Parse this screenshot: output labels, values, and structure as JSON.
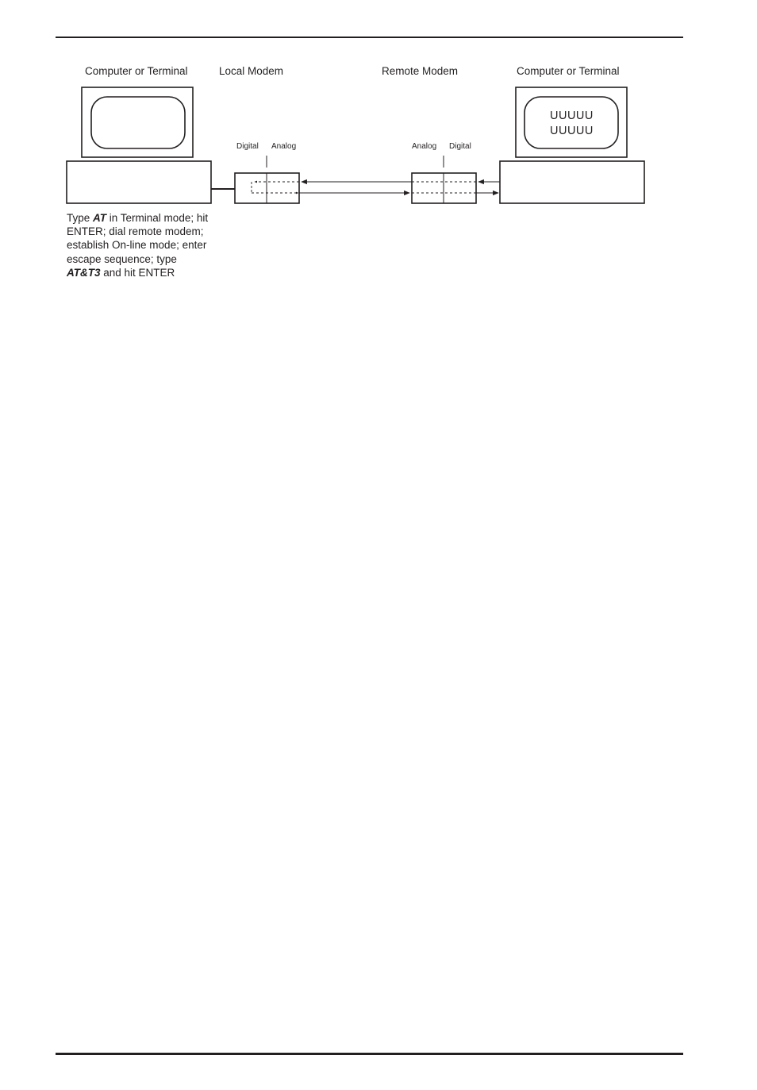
{
  "labels": {
    "computer_left": "Computer or Terminal",
    "local_modem": "Local Modem",
    "remote_modem": "Remote Modem",
    "computer_right": "Computer or Terminal"
  },
  "local_modem_sides": {
    "left": "Digital",
    "right": "Analog"
  },
  "remote_modem_sides": {
    "left": "Analog",
    "right": "Digital"
  },
  "remote_screen": {
    "line1": "UUUUU",
    "line2": "UUUUU"
  },
  "caption": {
    "l1_pre": "Type ",
    "l1_bold": "AT",
    "l1_post": " in Terminal mode; hit",
    "l2": "ENTER; dial remote modem;",
    "l3": "establish On-line mode; enter",
    "l4": "escape sequence; type",
    "l5_bold": "AT&T3",
    "l5_post": " and hit ENTER"
  }
}
